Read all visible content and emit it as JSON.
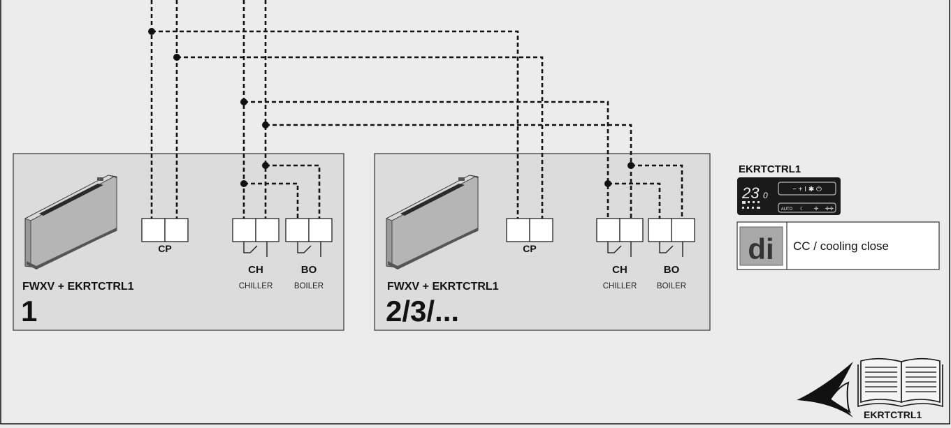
{
  "units": [
    {
      "title": "FWXV + EKRTCTRL1",
      "number": "1"
    },
    {
      "title": "FWXV + EKRTCTRL1",
      "number": "2/3/..."
    }
  ],
  "terminals": {
    "cp": "CP",
    "ch": "CH",
    "ch_sub": "CHILLER",
    "bo": "BO",
    "bo_sub": "BOILER"
  },
  "controller": {
    "title": "EKRTCTRL1",
    "display_digits": "23",
    "display_decimal": "0",
    "keys_top": "− + I ✱ ⏻",
    "keys_bottom": [
      "AUTO",
      "☾",
      "✣",
      "✣✣"
    ]
  },
  "setting": {
    "code": "di",
    "description": "CC / cooling close"
  },
  "manual": {
    "label": "EKRTCTRL1"
  },
  "colors": {
    "background": "#ececec",
    "panel": "#dcdcdc",
    "line": "#111111",
    "display": "#1a1a1a"
  }
}
